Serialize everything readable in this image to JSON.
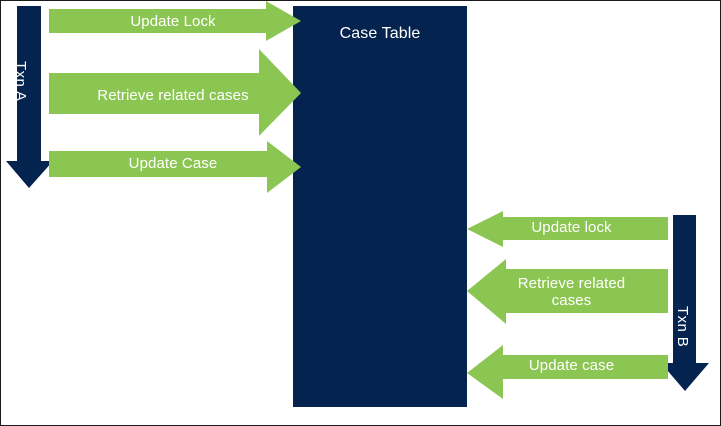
{
  "diagram": {
    "title_entity": "Case Table",
    "colors": {
      "navy": "#04234f",
      "green": "#8cc652",
      "white": "#ffffff",
      "border": "#1b1b1b"
    },
    "transactions": [
      {
        "id": "txn-a",
        "label": "Txn A",
        "direction": "down",
        "side": "left"
      },
      {
        "id": "txn-b",
        "label": "Txn B",
        "direction": "down",
        "side": "right"
      }
    ],
    "operations_left": [
      {
        "id": "update-lock-a",
        "label": "Update Lock"
      },
      {
        "id": "retrieve-a",
        "label": "Retrieve related cases"
      },
      {
        "id": "update-case-a",
        "label": "Update Case"
      }
    ],
    "operations_right": [
      {
        "id": "update-lock-b",
        "label": "Update lock"
      },
      {
        "id": "retrieve-b",
        "label": "Retrieve related\ncases"
      },
      {
        "id": "update-case-b",
        "label": "Update case"
      }
    ]
  }
}
